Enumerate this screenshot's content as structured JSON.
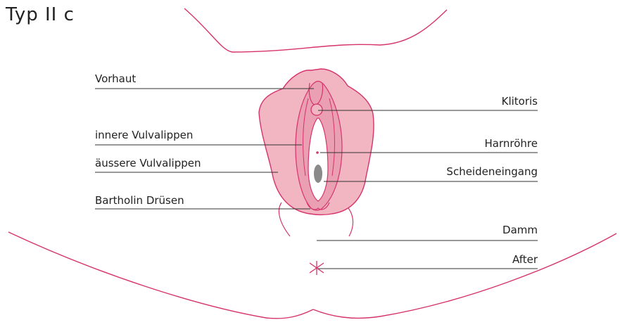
{
  "title": "Typ II c",
  "labels_left": [
    {
      "id": "vorhaut",
      "text": "Vorhaut"
    },
    {
      "id": "innere-vulvalippen",
      "text": "innere Vulvalippen"
    },
    {
      "id": "aeussere-vulvalippen",
      "text": "äussere Vulvalippen"
    },
    {
      "id": "bartholin-druesen",
      "text": "Bartholin Drüsen"
    }
  ],
  "labels_right": [
    {
      "id": "klitoris",
      "text": "Klitoris"
    },
    {
      "id": "harnroehre",
      "text": "Harnröhre"
    },
    {
      "id": "scheideneingang",
      "text": "Scheideneingang"
    },
    {
      "id": "damm",
      "text": "Damm"
    },
    {
      "id": "after",
      "text": "After"
    }
  ],
  "colors": {
    "outline": "#d6336c",
    "fill_outer": "#f2b5c2",
    "fill_inner": "#eaa0b2",
    "opening": "#ffffff",
    "vagina": "#8a8a8a",
    "leader": "#333333",
    "text": "#222222"
  }
}
